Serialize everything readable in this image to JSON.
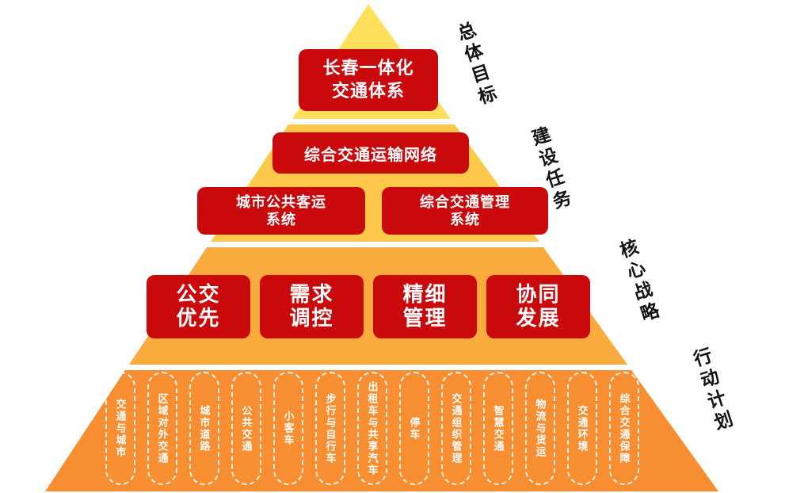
{
  "colors": {
    "tier1": "#ffdf5c",
    "tier2": "#fec94a",
    "tier3": "#faab3e",
    "tier4": "#f78f32",
    "box_red": "#c9090b",
    "side_label_text": "#141414"
  },
  "side_labels": [
    {
      "label": "总体目标"
    },
    {
      "label": "建设任务"
    },
    {
      "label": "核心战略"
    },
    {
      "label": "行动计划"
    }
  ],
  "goal": {
    "label": "长春一体化\n交通体系"
  },
  "tasks": {
    "network": "综合交通运输网络",
    "left": "城市公共客运\n系统",
    "right": "综合交通管理\n系统"
  },
  "strategies": [
    {
      "label": "公交\n优先"
    },
    {
      "label": "需求\n调控"
    },
    {
      "label": "精细\n管理"
    },
    {
      "label": "协同\n发展"
    }
  ],
  "actions": [
    {
      "label": "交通与城市"
    },
    {
      "label": "区域对外交通"
    },
    {
      "label": "城市道路"
    },
    {
      "label": "公共交通"
    },
    {
      "label": "小客车"
    },
    {
      "label": "步行与自行车"
    },
    {
      "label": "出租车与共享汽车"
    },
    {
      "label": "停车"
    },
    {
      "label": "交通组织管理"
    },
    {
      "label": "智慧交通"
    },
    {
      "label": "物流与货运"
    },
    {
      "label": "交通环境"
    },
    {
      "label": "综合交通保障"
    }
  ]
}
